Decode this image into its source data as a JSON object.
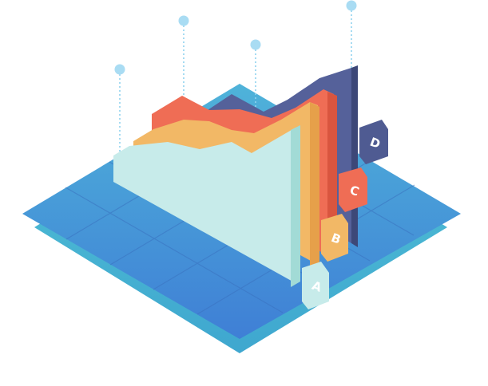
{
  "colors": {
    "base_top": "#4a8fd8",
    "base_edge": "#3fb1cf",
    "grid_line": "#3a78c4",
    "pin": "#a9dcf3",
    "layer_a": "#c7ebea",
    "layer_a_side": "#9fd8d4",
    "layer_b": "#f2b866",
    "layer_b_side": "#e79f47",
    "layer_c": "#ef6d55",
    "layer_c_side": "#d9553f",
    "layer_d": "#4f5b92",
    "layer_d_side": "#3d4878"
  },
  "layers": [
    {
      "id": "d",
      "label": "D"
    },
    {
      "id": "c",
      "label": "C"
    },
    {
      "id": "b",
      "label": "B"
    },
    {
      "id": "a",
      "label": "A"
    }
  ]
}
